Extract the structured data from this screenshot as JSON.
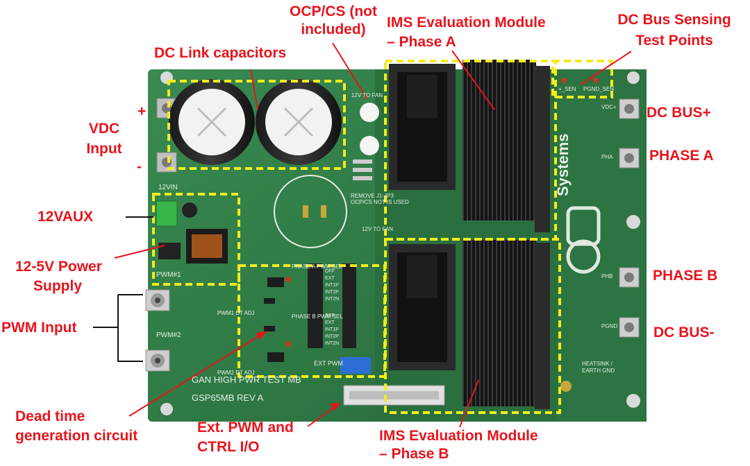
{
  "annotations": {
    "ocp_line1": "OCP/CS (not",
    "ocp_line2": "included)",
    "ims_a_line1": "IMS Evaluation Module",
    "ims_a_line2": "– Phase A",
    "dc_sense_line1": "DC Bus Sensing",
    "dc_sense_line2": "Test Points",
    "dc_link": "DC Link capacitors",
    "vdc_line1": "VDC",
    "vdc_line2": "Input",
    "plus": "+",
    "minus": "-",
    "aux12": "12VAUX",
    "psu_line1": "12-5V Power",
    "psu_line2": "Supply",
    "pwm_input": "PWM Input",
    "dead_line1": "Dead time",
    "dead_line2": "generation circuit",
    "ext_line1": "Ext. PWM and",
    "ext_line2": "CTRL I/O",
    "ims_b_line1": "IMS Evaluation Module",
    "ims_b_line2": "– Phase B",
    "dc_bus_plus": "DC BUS+",
    "phase_a": "PHASE A",
    "phase_b": "PHASE B",
    "dc_bus_minus": "DC BUS-"
  },
  "board_text": {
    "title_line1": "GAN HIGH PWR TEST MB",
    "title_line2": "GSP65MB REV A",
    "brand": "Systems",
    "vin12": "12VIN",
    "pwm1": "PWM#1",
    "pwm2": "PWM#2",
    "ext_pwm": "EXT PWM",
    "heatsink_line1": "HEATSINK /",
    "heatsink_line2": "EARTH GND",
    "remove_note_line1": "REMOVE J1-JP3",
    "remove_note_line2": "OCP/CS NOT IS USED",
    "fan1": "12V TO FAN",
    "fan2": "12V TO FAN",
    "pwm1_dt": "PWM1 DT ADJ",
    "pwm2_dt": "PWM2 DT ADJ",
    "phase_a_sel": "PHASE A PWM SEL",
    "phase_b_sel": "PHASE B PWM SEL",
    "sel_a": [
      "OFF",
      "EXT",
      "INT1P",
      "INT2P",
      "INT2N"
    ],
    "sel_b": [
      "OFF",
      "EXT",
      "INT1P",
      "INT2P",
      "INT2N"
    ],
    "sen_left": "+_SEN",
    "sen_right": "PGND_SEN",
    "vdc_plus": "VDC+",
    "pha": "PHA",
    "phb": "PHB",
    "pgnd": "PGND"
  },
  "colors": {
    "label_red": "#e8141c",
    "dash_yellow": "#f2ec1e",
    "pcb_green": "#2f7a45",
    "pcb_dark": "#245f36"
  }
}
